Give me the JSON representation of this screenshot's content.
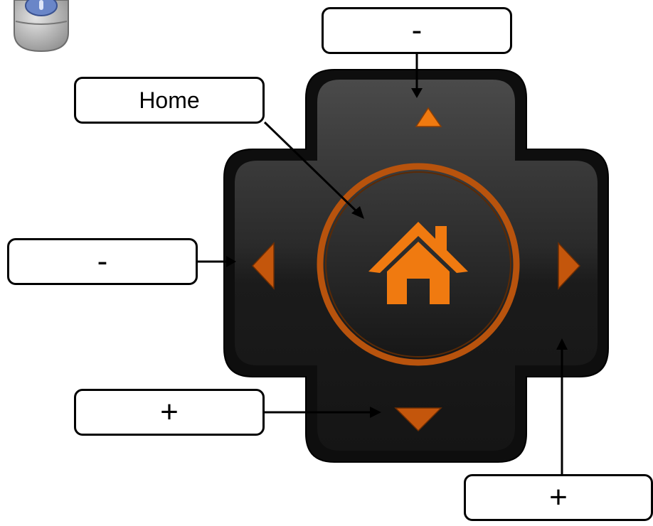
{
  "labels": {
    "up": "-",
    "home": "Home",
    "left": "-",
    "down": "+",
    "right": "+"
  },
  "dpad": {
    "buttons": [
      "up-arrow",
      "down-arrow",
      "left-arrow",
      "right-arrow",
      "home"
    ],
    "accent_color": "#f07a10",
    "body_color": "#1c1c1c",
    "ring_color": "#b8530d"
  },
  "icons": {
    "mouse": "mouse-icon",
    "home": "house-icon"
  }
}
